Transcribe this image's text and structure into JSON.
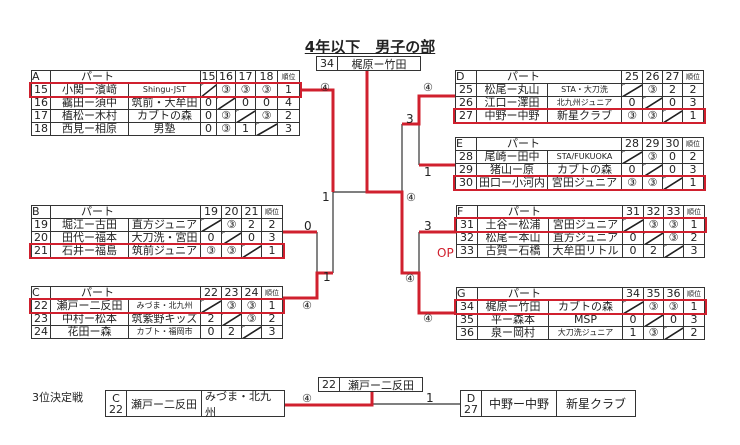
{
  "title": "4年以下　男子の部",
  "champion": {
    "no": "34",
    "pair": "梶原ー竹田"
  },
  "rank_label": "順位",
  "pools": [
    {
      "id": "A",
      "header": "パート",
      "cols": [
        "15",
        "16",
        "17",
        "18"
      ],
      "winner": 0,
      "rows": [
        {
          "no": "15",
          "pair": "小関ー濱﨑",
          "club": "Shingu-JST",
          "scores": [
            "",
            "③",
            "③",
            "③"
          ],
          "rank": "1"
        },
        {
          "no": "16",
          "pair": "靍田ー須中",
          "club": "筑前・大牟田",
          "scores": [
            "0",
            "",
            "0",
            "0"
          ],
          "rank": "4"
        },
        {
          "no": "17",
          "pair": "植松ー木村",
          "club": "カブトの森",
          "scores": [
            "0",
            "③",
            "",
            "③"
          ],
          "rank": "2"
        },
        {
          "no": "18",
          "pair": "西見ー相原",
          "club": "男塾",
          "scores": [
            "0",
            "③",
            "1",
            ""
          ],
          "rank": "3"
        }
      ]
    },
    {
      "id": "B",
      "header": "パート",
      "cols": [
        "19",
        "20",
        "21"
      ],
      "winner": 2,
      "rows": [
        {
          "no": "19",
          "pair": "堀江ー古田",
          "club": "直方ジュニア",
          "scores": [
            "",
            "③",
            "2"
          ],
          "rank": "2"
        },
        {
          "no": "20",
          "pair": "田代ー福本",
          "club": "大刀洗・宮田",
          "scores": [
            "0",
            "",
            "0"
          ],
          "rank": "3"
        },
        {
          "no": "21",
          "pair": "石井ー福島",
          "club": "筑前ジュニア",
          "scores": [
            "③",
            "③",
            ""
          ],
          "rank": "1"
        }
      ]
    },
    {
      "id": "C",
      "header": "パート",
      "cols": [
        "22",
        "23",
        "24"
      ],
      "winner": 0,
      "rows": [
        {
          "no": "22",
          "pair": "瀬戸ー二反田",
          "club": "みづま・北九州",
          "scores": [
            "",
            "③",
            "③"
          ],
          "rank": "1"
        },
        {
          "no": "23",
          "pair": "中村ー松本",
          "club": "筑紫野キッズ",
          "scores": [
            "2",
            "",
            "③"
          ],
          "rank": "2"
        },
        {
          "no": "24",
          "pair": "花田ー森",
          "club": "カブト・福岡市",
          "scores": [
            "0",
            "2",
            ""
          ],
          "rank": "3"
        }
      ]
    },
    {
      "id": "D",
      "header": "パート",
      "cols": [
        "25",
        "26",
        "27"
      ],
      "winner": 2,
      "rows": [
        {
          "no": "25",
          "pair": "松尾ー丸山",
          "club": "STA・大刀洗",
          "scores": [
            "",
            "③",
            "2"
          ],
          "rank": "2"
        },
        {
          "no": "26",
          "pair": "江口ー澤田",
          "club": "北九州ジュニア",
          "scores": [
            "0",
            "",
            "0"
          ],
          "rank": "3"
        },
        {
          "no": "27",
          "pair": "中野ー中野",
          "club": "新星クラブ",
          "scores": [
            "③",
            "③",
            ""
          ],
          "rank": "1"
        }
      ]
    },
    {
      "id": "E",
      "header": "パート",
      "cols": [
        "28",
        "29",
        "30"
      ],
      "winner": 2,
      "rows": [
        {
          "no": "28",
          "pair": "尾崎ー田中",
          "club": "STA/FUKUOKA",
          "scores": [
            "",
            "③",
            "0"
          ],
          "rank": "2"
        },
        {
          "no": "29",
          "pair": "猪山ー原",
          "club": "カブトの森",
          "scores": [
            "0",
            "",
            "0"
          ],
          "rank": "3"
        },
        {
          "no": "30",
          "pair": "田口ー小河内",
          "club": "宮田ジュニア",
          "scores": [
            "③",
            "③",
            ""
          ],
          "rank": "1"
        }
      ]
    },
    {
      "id": "F",
      "header": "パート",
      "cols": [
        "31",
        "32",
        "33"
      ],
      "winner": 0,
      "rows": [
        {
          "no": "31",
          "pair": "土谷ー松浦",
          "club": "宮田ジュニア",
          "scores": [
            "",
            "③",
            "③"
          ],
          "rank": "1"
        },
        {
          "no": "32",
          "pair": "松尾ー本山",
          "club": "直方ジュニア",
          "scores": [
            "0",
            "",
            "③"
          ],
          "rank": "2"
        },
        {
          "no": "33",
          "pair": "古賀ー石橋",
          "club": "大牟田リトル",
          "scores": [
            "0",
            "2",
            ""
          ],
          "rank": "3"
        }
      ]
    },
    {
      "id": "G",
      "header": "パート",
      "cols": [
        "34",
        "35",
        "36"
      ],
      "winner": 0,
      "rows": [
        {
          "no": "34",
          "pair": "梶原ー竹田",
          "club": "カブトの森",
          "scores": [
            "",
            "③",
            "③"
          ],
          "rank": "1"
        },
        {
          "no": "35",
          "pair": "平ー森本",
          "club": "MSP",
          "scores": [
            "0",
            "",
            "0"
          ],
          "rank": "3"
        },
        {
          "no": "36",
          "pair": "泉ー岡村",
          "club": "大刀洗ジュニア",
          "scores": [
            "1",
            "③",
            ""
          ],
          "rank": "2"
        }
      ]
    }
  ],
  "bracket_scores": {
    "a_win": "④",
    "left_semi_a": "1",
    "b_score": "0",
    "c_score": "1",
    "c_win": "④",
    "d_win": "④",
    "de_d": "3",
    "e_score": "1",
    "final_right": "④",
    "f_score": "3",
    "op": "OP",
    "fg_g": "④",
    "g_win": "④"
  },
  "third_place": {
    "label": "3位決定戦",
    "left": {
      "pool": "C",
      "no": "22",
      "pair": "瀬戸ー二反田",
      "club": "みづま・北九州",
      "score": "④"
    },
    "right": {
      "pool": "D",
      "no": "27",
      "pair": "中野ー中野",
      "club": "新星クラブ",
      "score": "1"
    },
    "winner": {
      "no": "22",
      "pair": "瀬戸ー二反田"
    }
  },
  "colors": {
    "accent": "#d0202e",
    "line": "#333333"
  }
}
